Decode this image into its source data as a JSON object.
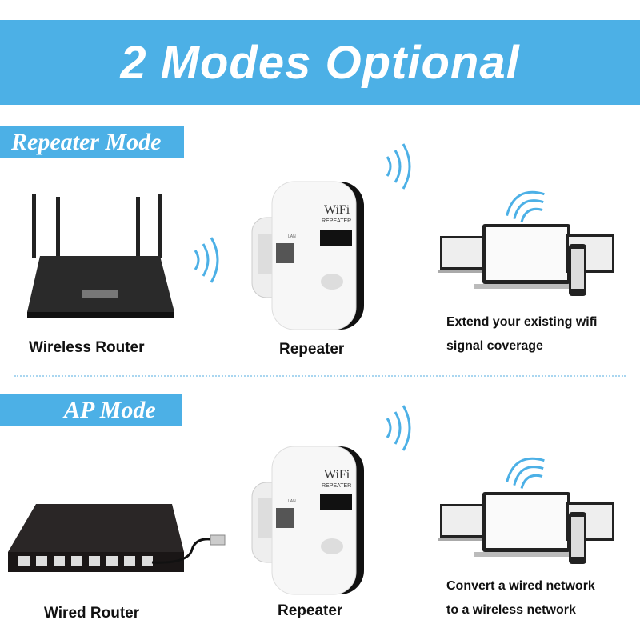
{
  "header": {
    "title": "2 Modes Optional",
    "color": "#4cb0e6"
  },
  "repeater_mode": {
    "label": "Repeater Mode",
    "source_label": "Wireless Router",
    "device_label": "Repeater",
    "description": [
      "Extend your existing wifi",
      "signal coverage"
    ]
  },
  "ap_mode": {
    "label": "AP Mode",
    "source_label": "Wired Router",
    "device_label": "Repeater",
    "description": [
      "Convert a wired network",
      "to a wireless network"
    ]
  },
  "device_text": {
    "brand": "WiFi",
    "type": "REPEATER",
    "port": "LAN"
  },
  "icons": [
    "wifi-signal-icon",
    "router-image",
    "repeater-image",
    "devices-image",
    "switch-image"
  ]
}
